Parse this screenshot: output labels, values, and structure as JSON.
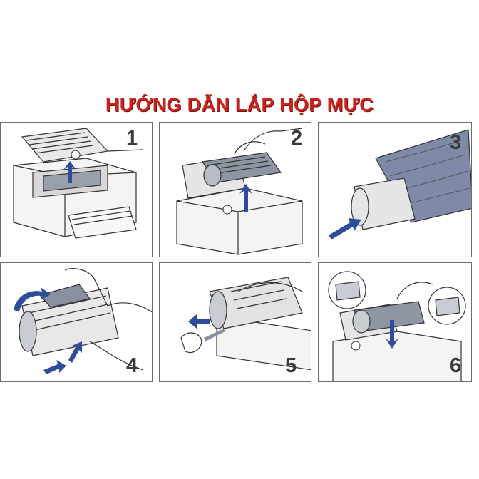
{
  "title": "HƯỚNG DẪN LẮP HỘP MỰC",
  "accent_color": "#c8231d",
  "arrow_color": "#2f4c9a",
  "steps": [
    {
      "number": "1",
      "icon": "printer-open-cover-icon"
    },
    {
      "number": "2",
      "icon": "remove-cartridge-icon"
    },
    {
      "number": "3",
      "icon": "unwrap-cartridge-icon"
    },
    {
      "number": "4",
      "icon": "shake-cartridge-icon"
    },
    {
      "number": "5",
      "icon": "pull-seal-tape-icon"
    },
    {
      "number": "6",
      "icon": "insert-cartridge-icon"
    }
  ]
}
